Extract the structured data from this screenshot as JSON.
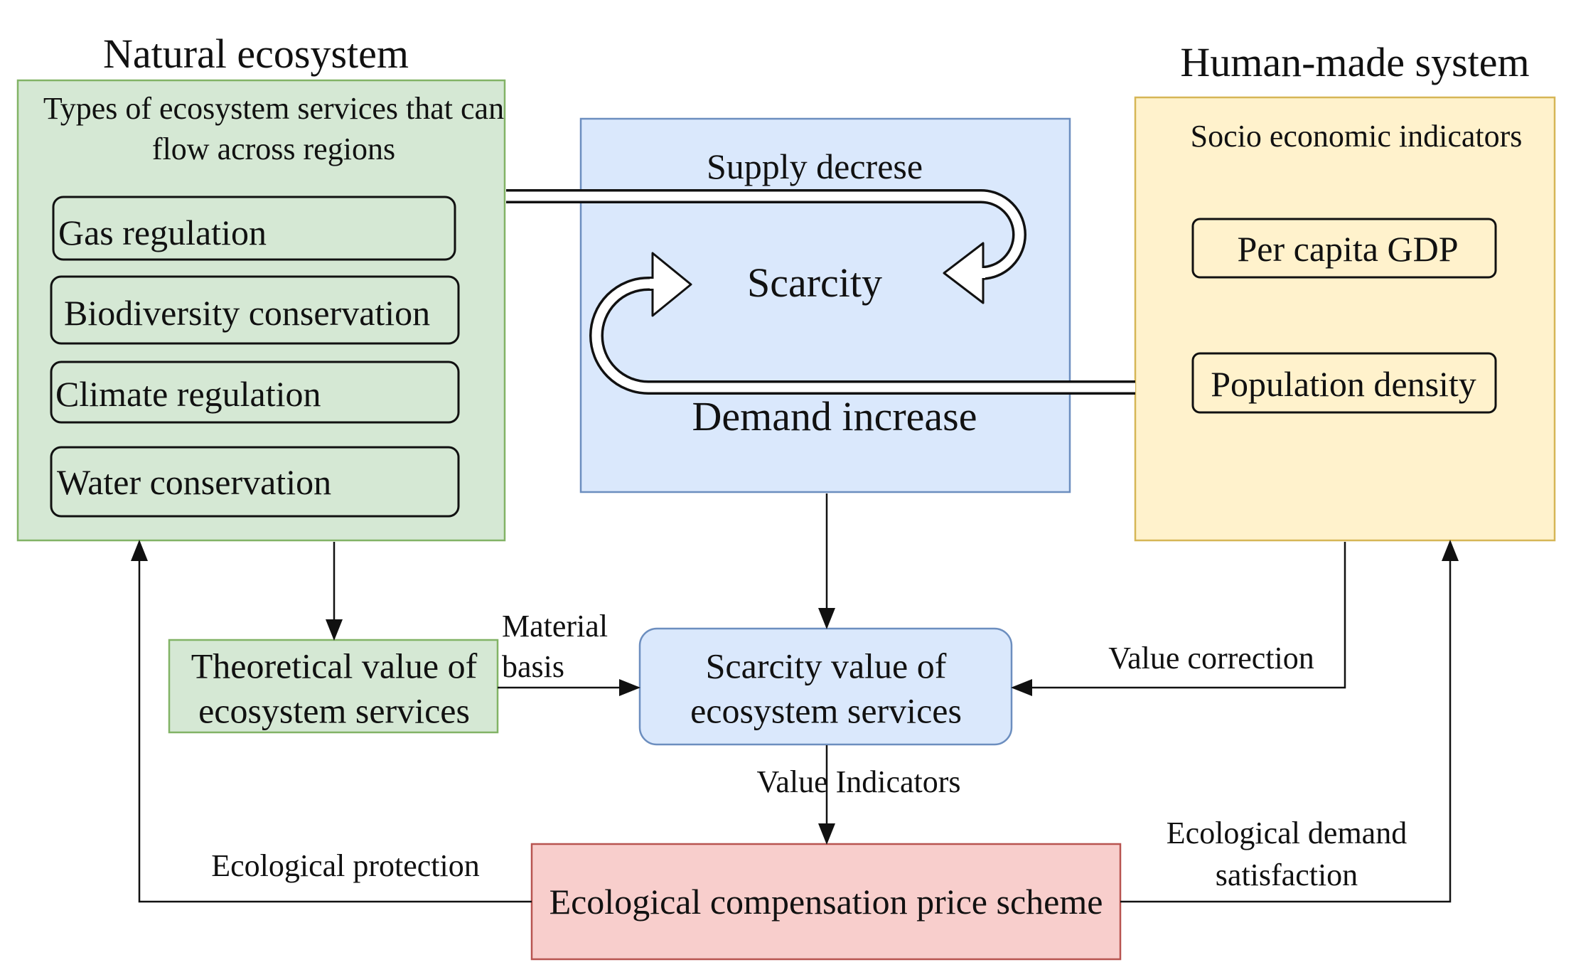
{
  "natural": {
    "title": "Natural ecosystem",
    "heading": "Types of ecosystem services that can flow across regions",
    "services": [
      "Gas regulation",
      "Biodiversity conservation",
      "Climate regulation",
      "Water conservation"
    ]
  },
  "human": {
    "title": "Human-made system",
    "heading": "Socio economic indicators",
    "indicators": [
      "Per capita GDP",
      "Population density"
    ]
  },
  "scarcity": {
    "supply": "Supply decrese",
    "center": "Scarcity",
    "demand": "Demand increase"
  },
  "theoretical": {
    "label": "Theoretical value of ecosystem services"
  },
  "scarcity_value": {
    "label": "Scarcity value of ecosystem services"
  },
  "compensation": {
    "label": "Ecological compensation price scheme"
  },
  "edges": {
    "material_basis": "Material basis",
    "value_correction": "Value correction",
    "value_indicators": "Value Indicators",
    "ecological_protection": "Ecological protection",
    "ecological_demand": "Ecological demand satisfaction"
  },
  "colors": {
    "green_fill": "#d5e8d4",
    "green_border": "#82b366",
    "blue_fill": "#dae8fc",
    "blue_border": "#6c8ebf",
    "yellow_fill": "#fff2cc",
    "yellow_border": "#d6b656",
    "red_fill": "#f8cecc",
    "red_border": "#b85450"
  }
}
